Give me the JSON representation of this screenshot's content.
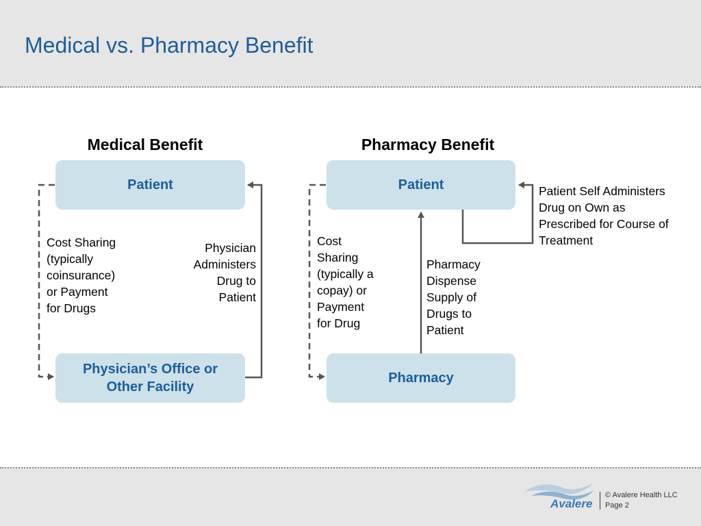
{
  "title": "Medical vs. Pharmacy Benefit",
  "medical": {
    "heading": "Medical Benefit",
    "top_box": "Patient",
    "bottom_box": [
      "Physician’s Office or",
      "Other Facility"
    ],
    "left_label": [
      "Cost Sharing",
      "(typically",
      "coinsurance)",
      "or Payment",
      "for Drugs"
    ],
    "right_label": [
      "Physician",
      "Administers",
      "Drug to",
      "Patient"
    ]
  },
  "pharmacy": {
    "heading": "Pharmacy Benefit",
    "top_box": "Patient",
    "bottom_box": "Pharmacy",
    "left_label": [
      "Cost",
      "Sharing",
      "(typically a",
      "copay) or",
      "Payment",
      "for Drug"
    ],
    "middle_label": [
      "Pharmacy",
      "Dispense",
      "Supply of",
      "Drugs to",
      "Patient"
    ],
    "right_label": [
      "Patient Self Administers",
      "Drug on Own as",
      "Prescribed for Course of",
      "Treatment"
    ]
  },
  "footer": {
    "logo_text": "Avalere",
    "copyright": "© Avalere Health LLC",
    "page": "Page 2"
  },
  "colors": {
    "title": "#1f5c99",
    "box_fill": "#cce1ea",
    "box_text": "#1f5c99",
    "connector": "#555555",
    "band": "#e6e6e6"
  }
}
